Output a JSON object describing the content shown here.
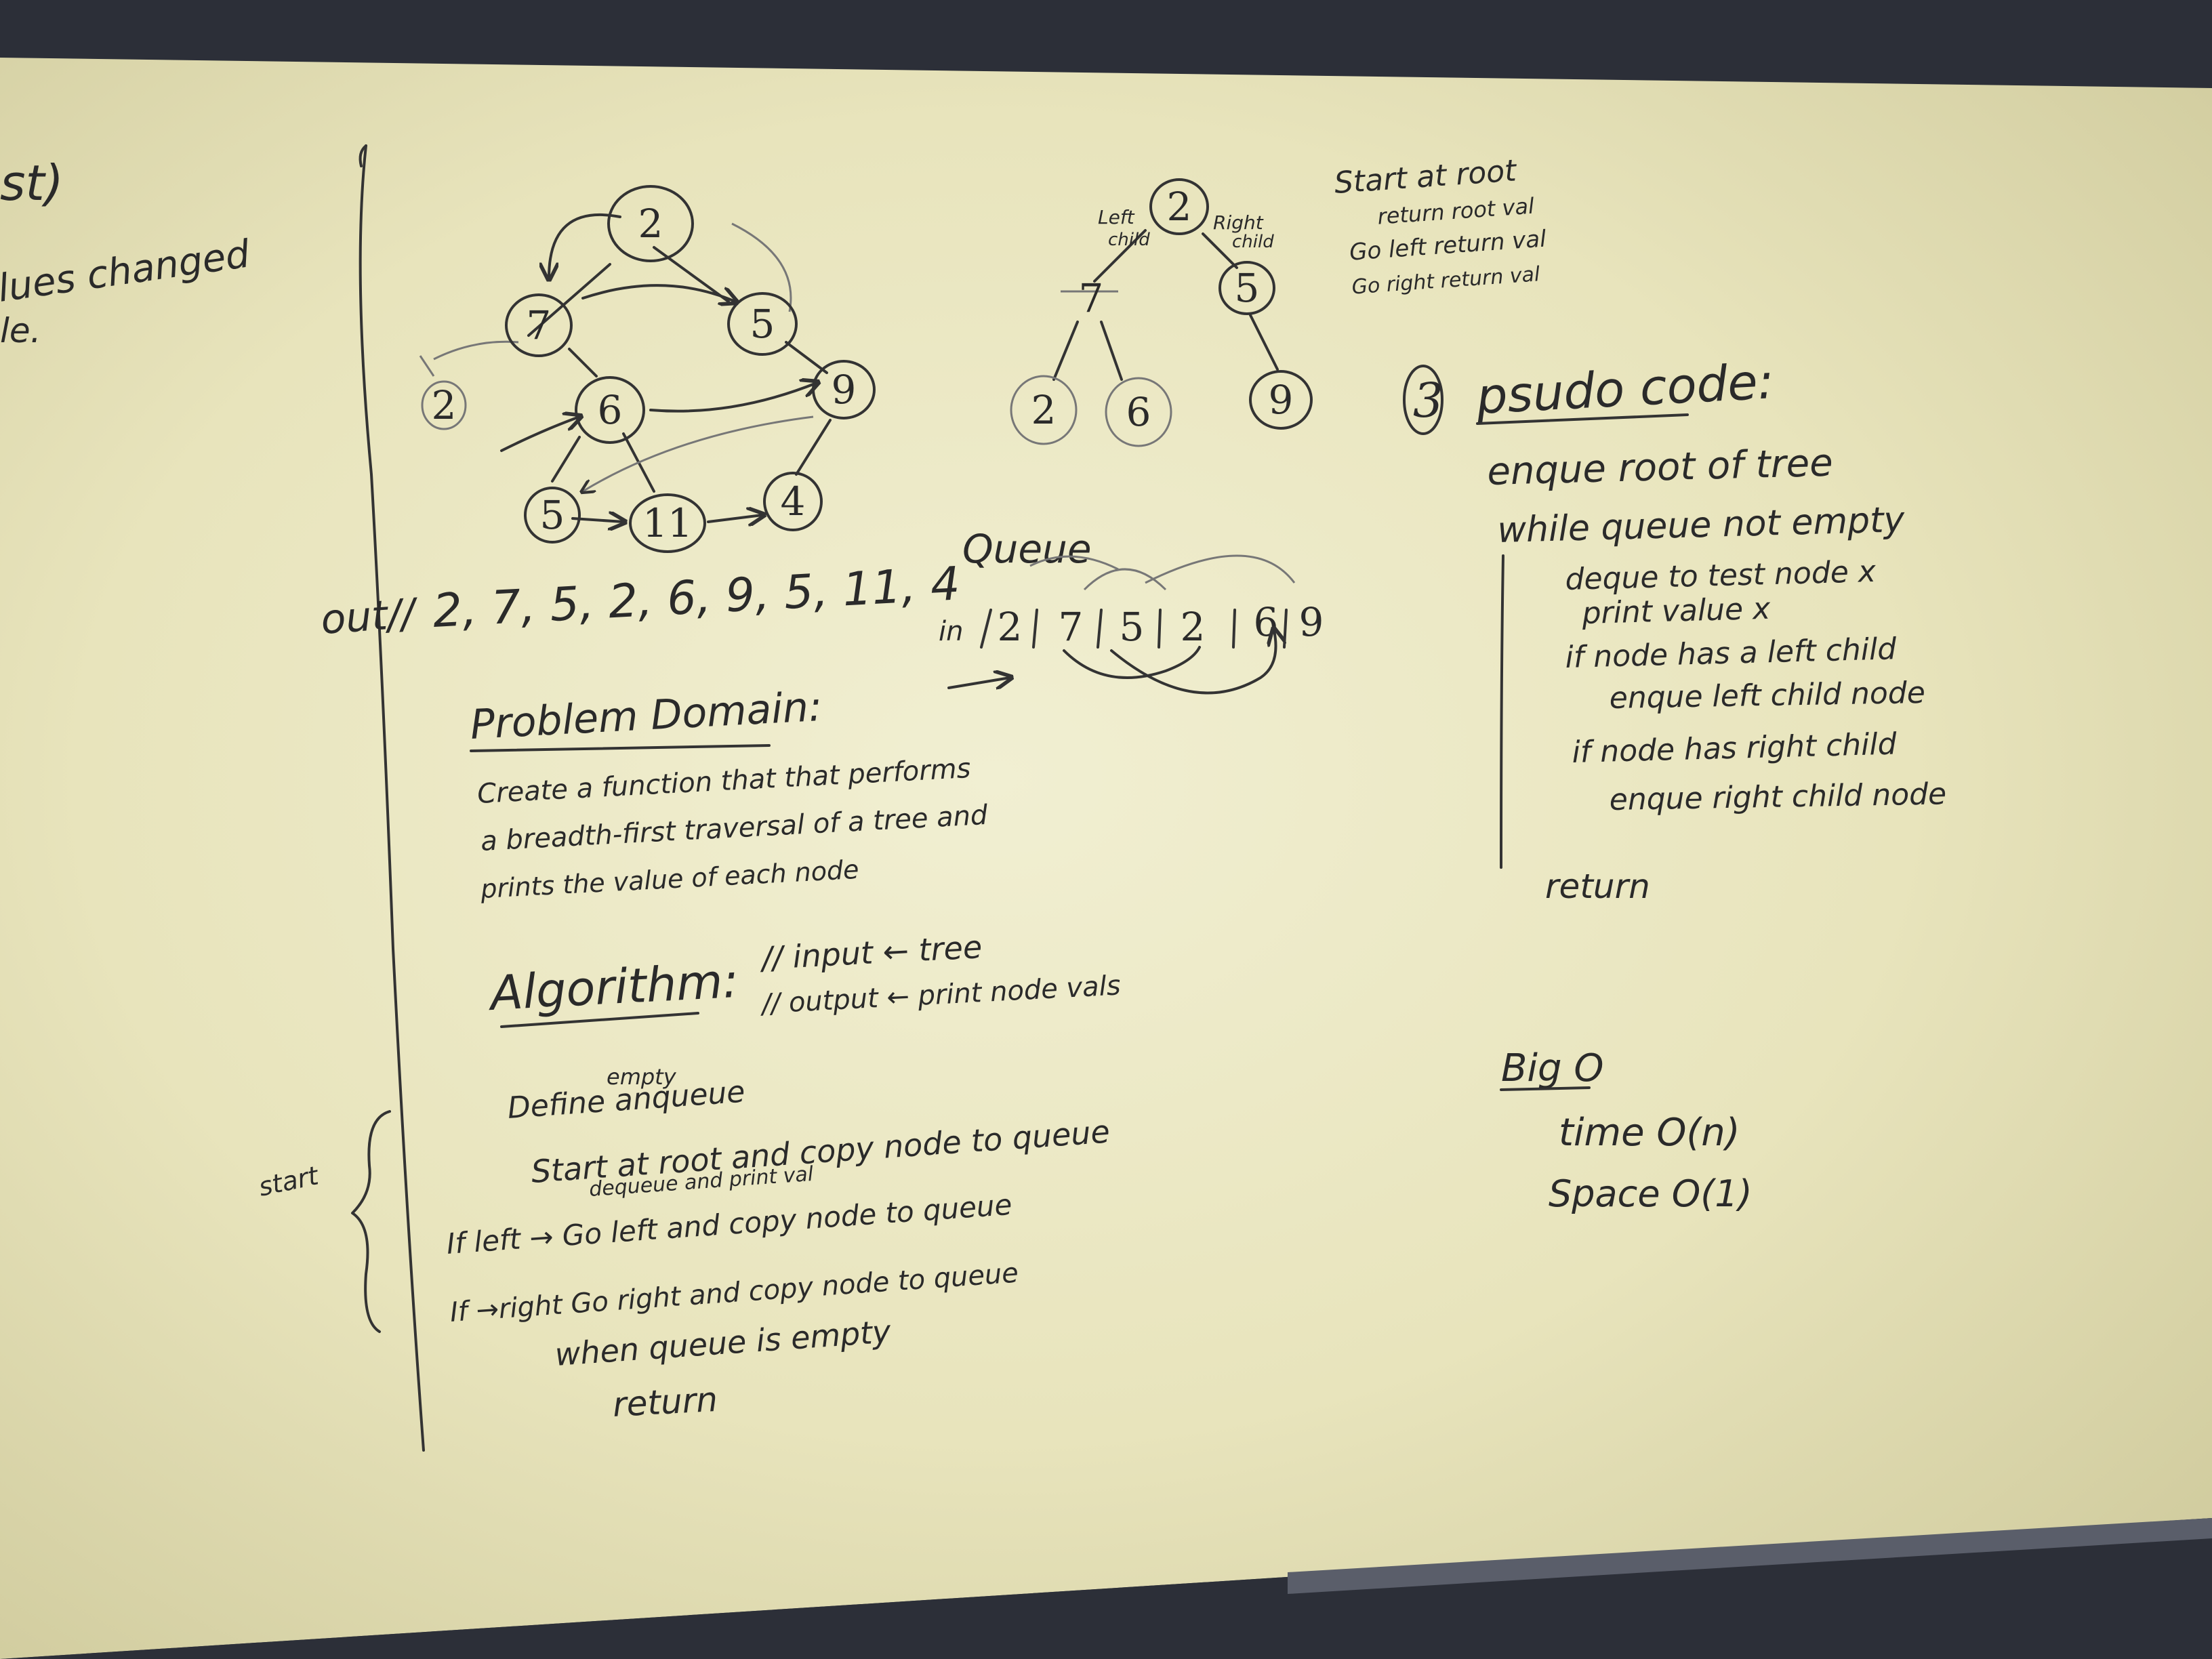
{
  "left_edge": {
    "frag1": "st)",
    "frag2": "lues changed",
    "frag3": "le."
  },
  "tree1": {
    "nodes": [
      "2",
      "7",
      "5",
      "2",
      "6",
      "9",
      "5",
      "11",
      "4"
    ]
  },
  "output": {
    "label": "out//",
    "sequence": "2, 7, 5, 2, 6, 9, 5, 11, 4"
  },
  "tree2": {
    "root": "2",
    "left_label_1": "Left",
    "left_label_2": "child",
    "right_label_1": "Right",
    "right_label_2": "child",
    "nodes": [
      "7",
      "5",
      "2",
      "6",
      "9"
    ]
  },
  "queue": {
    "label": "Queue",
    "prefix": "in",
    "cells": [
      "2",
      "7",
      "5",
      "2",
      "6",
      "9"
    ]
  },
  "start_notes": [
    "Start at root",
    "return root val",
    "Go left return val",
    "Go right return val"
  ],
  "pseudocode": {
    "number": "3",
    "title": "psudo code:",
    "lines": [
      "enque root of tree",
      "while queue not empty",
      "deque to test node x",
      "print value x",
      "if node has a left child",
      "enque left child node",
      "if node has right child",
      "enque right child node",
      "return"
    ]
  },
  "problem_domain": {
    "title": "Problem Domain:",
    "lines": [
      "Create a function that that performs",
      "a breadth-first traversal of a tree and",
      "prints the value of each node"
    ]
  },
  "algorithm": {
    "title": "Algorithm:",
    "input": "// input ← tree",
    "output": "// output ← print node vals",
    "empty_note": "empty",
    "lines": [
      "Define anqueue",
      "Start at root and copy node to queue",
      "dequeue and print val",
      "If left → Go left and copy node to queue",
      "If →right Go right and copy node to queue",
      "when queue is empty",
      "return"
    ],
    "side_note": "start"
  },
  "bigo": {
    "title": "Big O",
    "time": "time  O(n)",
    "space": "Space  O(1)"
  }
}
